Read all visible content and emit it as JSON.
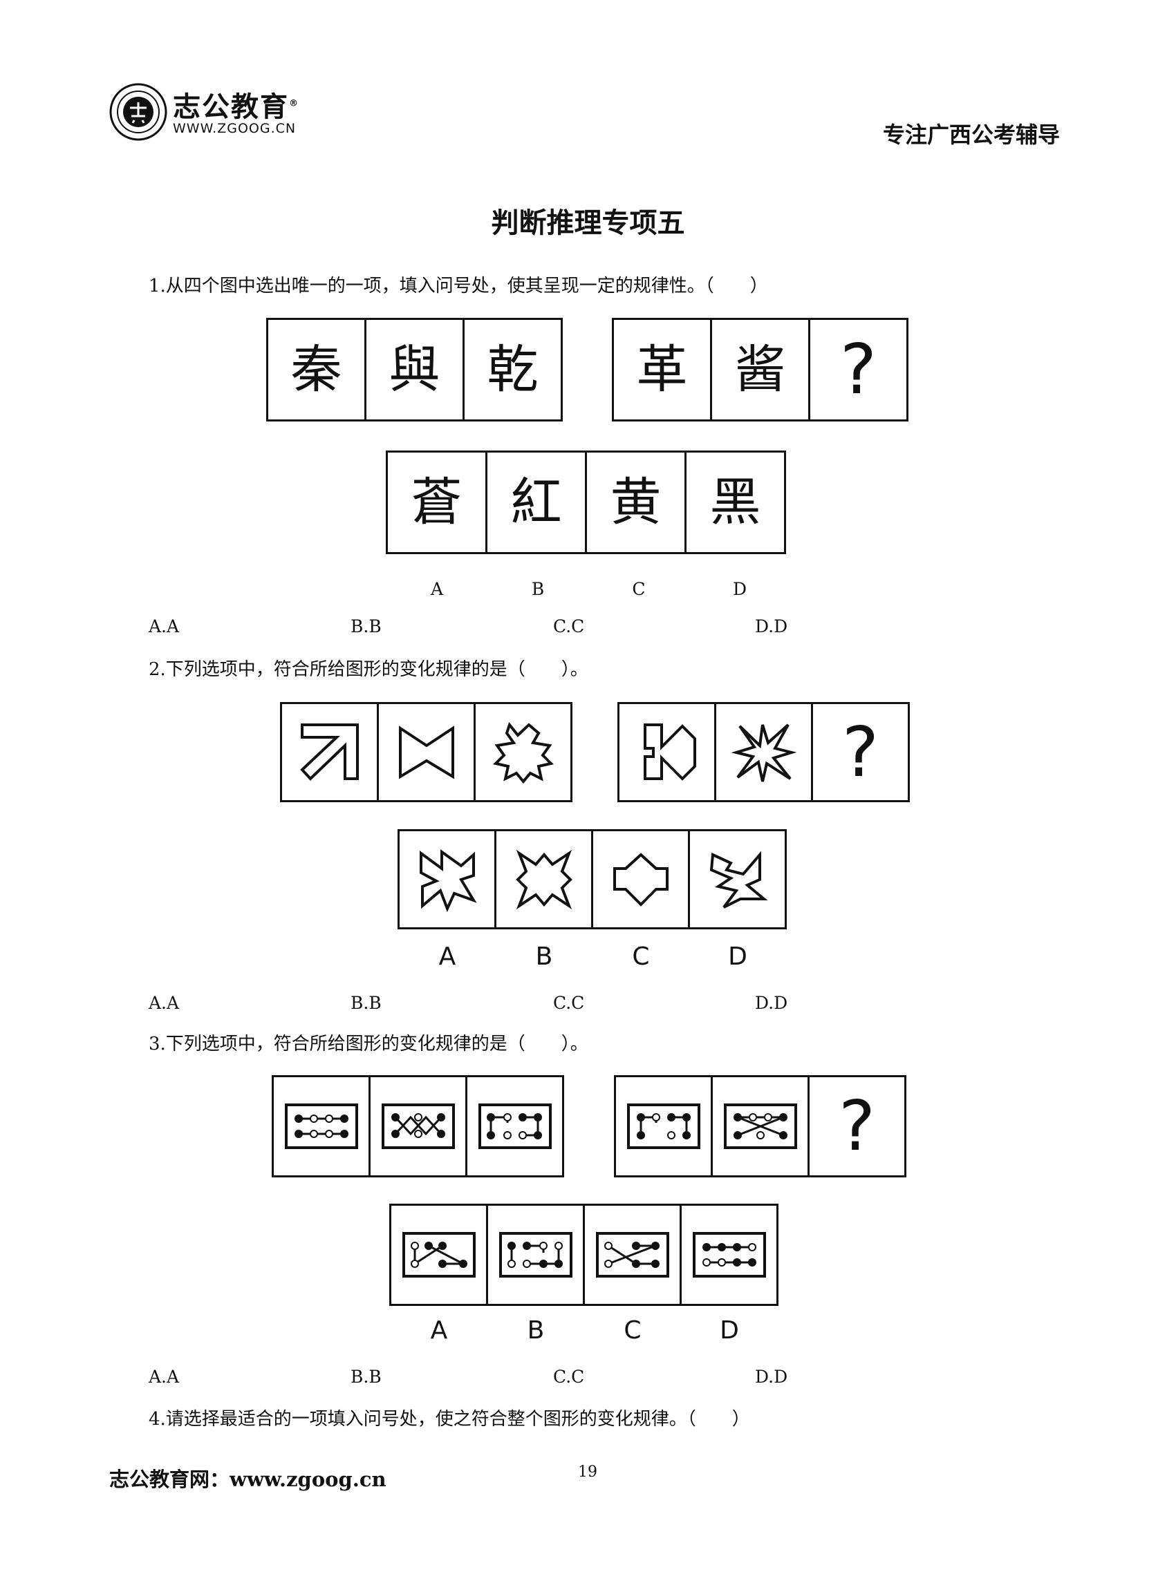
{
  "header": {
    "logo_name": "志公教育",
    "logo_reg": "®",
    "logo_url": "WWW.ZGOOG.CN",
    "slogan": "专注广西公考辅导"
  },
  "title": "判断推理专项五",
  "questions": [
    {
      "prompt": "1.从四个图中选出唯一的一项，填入问号处，使其呈现一定的规律性。（　　）",
      "stem_left": [
        "秦",
        "與",
        "乾"
      ],
      "stem_right": [
        "革",
        "酱",
        "?"
      ],
      "choices": [
        "蒼",
        "紅",
        "黄",
        "黑"
      ],
      "letters": [
        "A",
        "B",
        "C",
        "D"
      ],
      "answers": [
        "A.A",
        "B.B",
        "C.C",
        "D.D"
      ]
    },
    {
      "prompt": "2.下列选项中，符合所给图形的变化规律的是（　　）。",
      "stem_right_q": "?",
      "letters": [
        "A",
        "B",
        "C",
        "D"
      ],
      "answers": [
        "A.A",
        "B.B",
        "C.C",
        "D.D"
      ]
    },
    {
      "prompt": "3.下列选项中，符合所给图形的变化规律的是（　　）。",
      "stem_right_q": "?",
      "letters": [
        "A",
        "B",
        "C",
        "D"
      ],
      "answers": [
        "A.A",
        "B.B",
        "C.C",
        "D.D"
      ]
    },
    {
      "prompt": "4.请选择最适合的一项填入问号处，使之符合整个图形的变化规律。（　　）"
    }
  ],
  "footer": {
    "site": "志公教育网：www.zgoog.cn",
    "page_number": "19"
  }
}
